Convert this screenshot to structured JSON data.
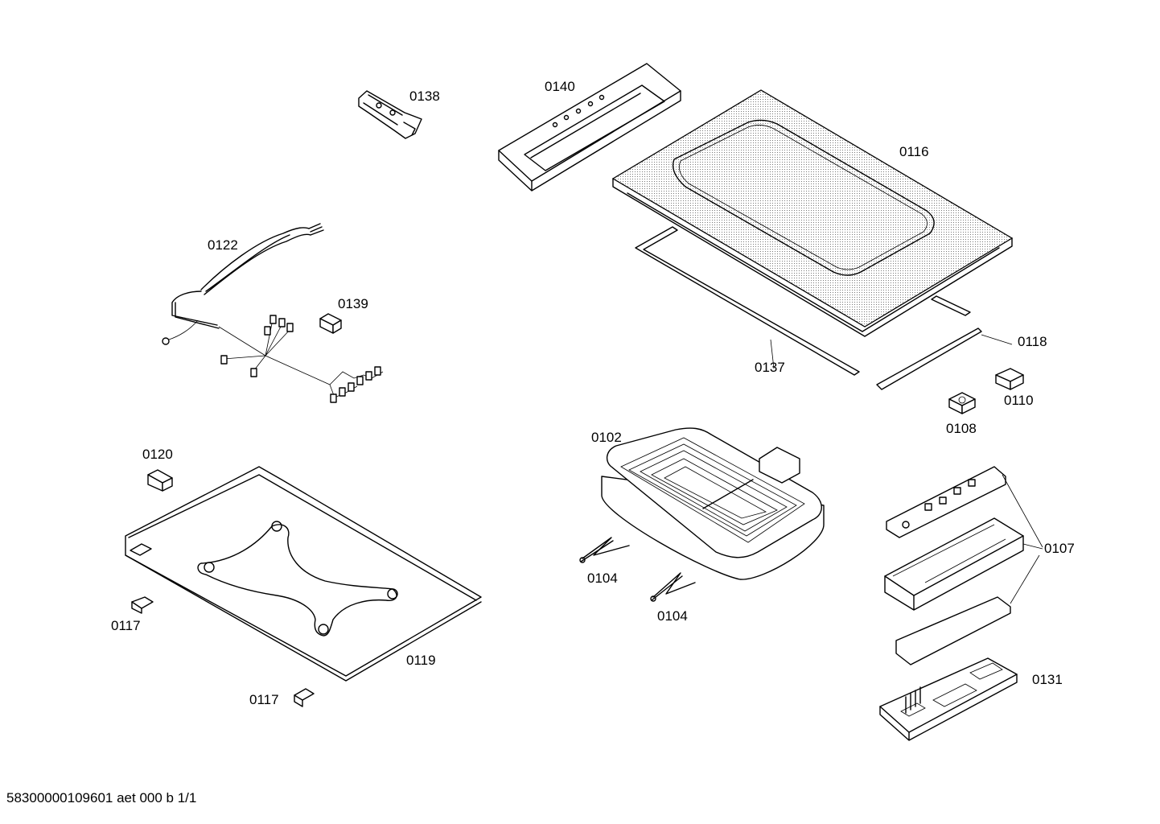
{
  "diagram": {
    "parts": [
      {
        "id": "p0138",
        "label": "0138"
      },
      {
        "id": "p0140",
        "label": "0140"
      },
      {
        "id": "p0116",
        "label": "0116"
      },
      {
        "id": "p0122",
        "label": "0122"
      },
      {
        "id": "p0139",
        "label": "0139"
      },
      {
        "id": "p0118",
        "label": "0118"
      },
      {
        "id": "p0137",
        "label": "0137"
      },
      {
        "id": "p0110",
        "label": "0110"
      },
      {
        "id": "p0108",
        "label": "0108"
      },
      {
        "id": "p0102",
        "label": "0102"
      },
      {
        "id": "p0120",
        "label": "0120"
      },
      {
        "id": "p0107",
        "label": "0107"
      },
      {
        "id": "p0104a",
        "label": "0104"
      },
      {
        "id": "p0104b",
        "label": "0104"
      },
      {
        "id": "p0117a",
        "label": "0117"
      },
      {
        "id": "p0119",
        "label": "0119"
      },
      {
        "id": "p0131",
        "label": "0131"
      },
      {
        "id": "p0117b",
        "label": "0117"
      }
    ],
    "footer": "58300000109601 aet 000 b 1/1"
  }
}
